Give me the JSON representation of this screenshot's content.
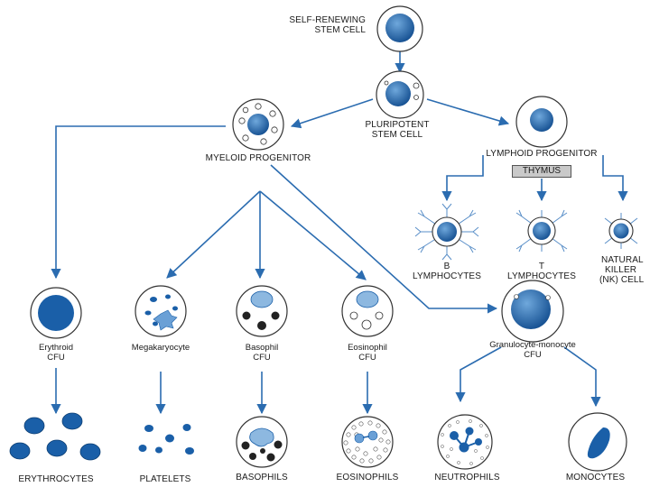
{
  "labels": {
    "stem_cell_line1": "SELF-RENEWING",
    "stem_cell_line2": "STEM CELL",
    "pluripotent_line1": "PLURIPOTENT",
    "pluripotent_line2": "STEM CELL",
    "myeloid_progenitor": "MYELOID PROGENITOR",
    "lymphoid_progenitor": "LYMPHOID PROGENITOR",
    "thymus": "THYMUS",
    "b_lymphocytes_line1": "B",
    "b_lymphocytes_line2": "LYMPHOCYTES",
    "t_lymphocytes_line1": "T",
    "t_lymphocytes_line2": "LYMPHOCYTES",
    "nk_line1": "NATURAL",
    "nk_line2": "KILLER",
    "nk_line3": "(NK) CELL",
    "erythroid_line1": "Erythroid",
    "erythroid_line2": "CFU",
    "megakaryocyte": "Megakaryocyte",
    "basophil_line1": "Basophil",
    "basophil_line2": "CFU",
    "eosinophil_line1": "Eosinophil",
    "eosinophil_line2": "CFU",
    "gm_line1": "Granulocyte-monocyte",
    "gm_line2": "CFU",
    "erythrocytes": "ERYTHROCYTES",
    "platelets": "PLATELETS",
    "basophils": "BASOPHILS",
    "eosinophils": "EOSINOPHILS",
    "neutrophils": "NEUTROPHILS",
    "monocytes": "MONOCYTES"
  },
  "colors": {
    "nucleus_dark": "#1a5fa8",
    "nucleus_light": "#8db8e0",
    "arrow": "#2b6cb0",
    "outline": "#333333",
    "dark_granule": "#222222",
    "thymus_fill": "#c9c9c9"
  }
}
